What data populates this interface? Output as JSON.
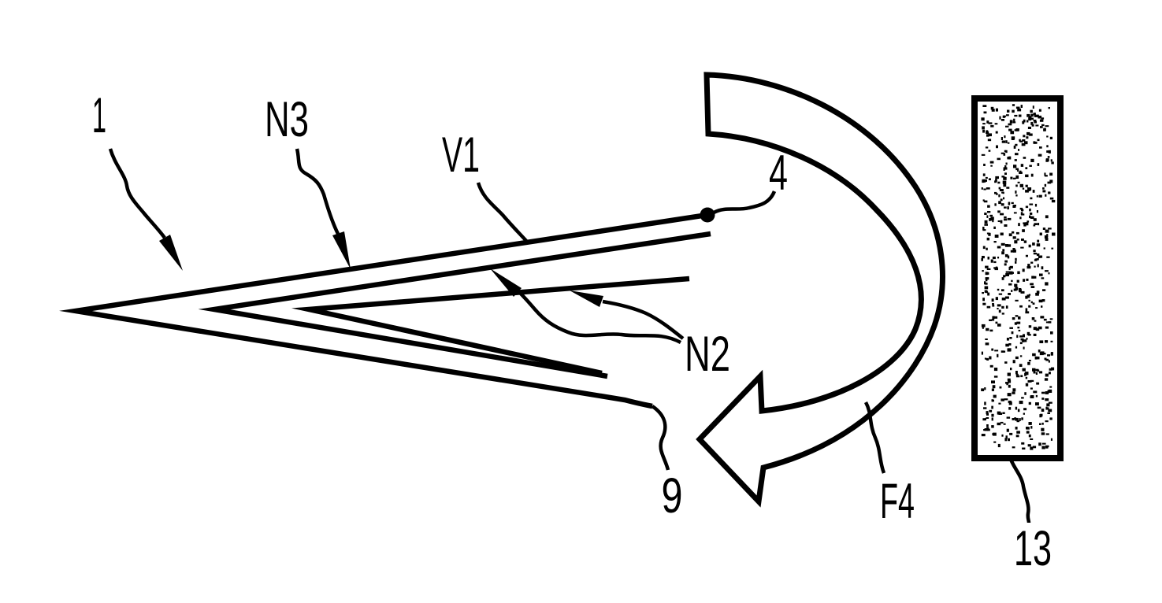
{
  "figure": {
    "background_color": "#ffffff",
    "ink_color": "#000000",
    "labels": {
      "part_1": "1",
      "n3": "N3",
      "v1": "V1",
      "part_4": "4",
      "n2": "N2",
      "part_9": "9",
      "f4": "F4",
      "part_13": "13"
    }
  }
}
